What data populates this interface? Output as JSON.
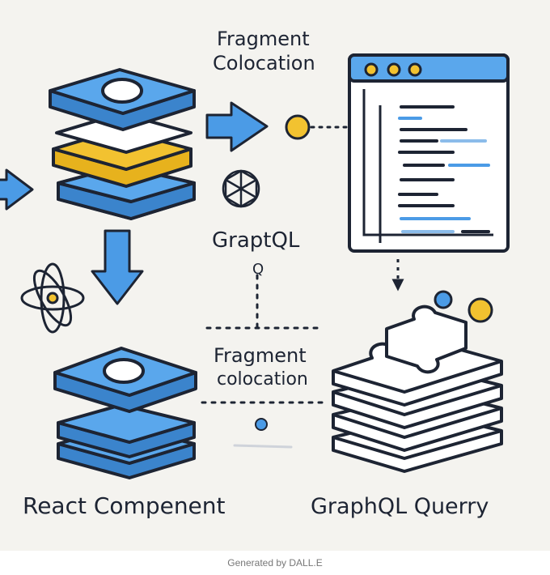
{
  "labels": {
    "top_fragment_line1": "Fragment",
    "top_fragment_line2": "Colocation",
    "graphql_mid": "GraptQL",
    "graphql_mid_small": "Q",
    "mid_fragment_line1": "Fragment",
    "mid_fragment_line2": "colocation",
    "react_component": "React Compenent",
    "graphql_query": "GraphQL Querry"
  },
  "footer": {
    "credit": "Generated by DALL.E"
  },
  "colors": {
    "background": "#f4f3ef",
    "blue": "#4b9be6",
    "yellow": "#f2c230",
    "outline": "#1d2433",
    "white": "#ffffff"
  }
}
